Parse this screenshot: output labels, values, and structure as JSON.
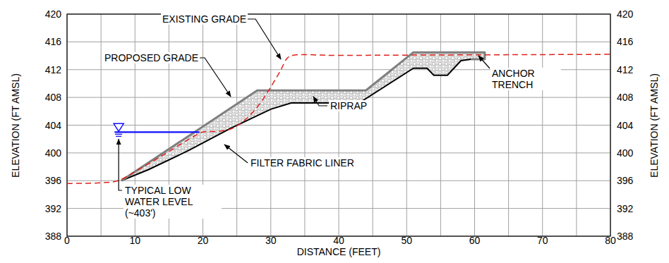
{
  "diagram": {
    "labels": [
      "420",
      "416",
      "412",
      "408",
      "404",
      "400",
      "396",
      "392",
      "388",
      "420",
      "416",
      "412",
      "408",
      "404",
      "400",
      "396",
      "392",
      "388",
      "0",
      "10",
      "20",
      "30",
      "40",
      "50",
      "60",
      "70",
      "80",
      "ELEVATION (FT AMSL)",
      "ELEVATION (FT AMSL)",
      "DISTANCE (FEET)",
      "EXISTING GRADE",
      "PROPOSED GRADE",
      "RIPRAP",
      "FILTER FABRIC LINER",
      "ANCHOR TRENCH",
      "TYPICAL LOW WATER LEVEL (~403')"
    ]
  }
}
